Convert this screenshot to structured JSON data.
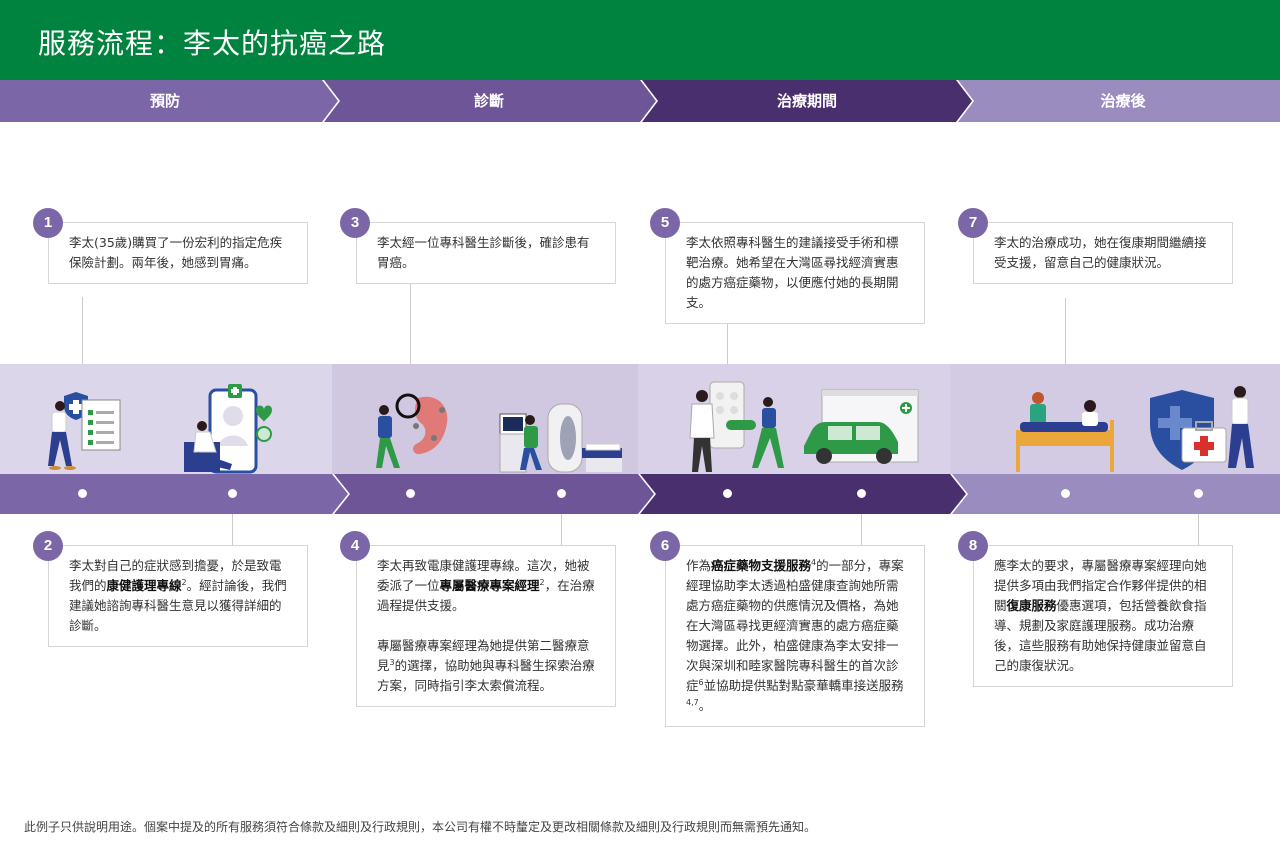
{
  "title": "服務流程：李太的抗癌之路",
  "phases": [
    {
      "label": "預防"
    },
    {
      "label": "診斷"
    },
    {
      "label": "治療期間"
    },
    {
      "label": "治療後"
    }
  ],
  "colors": {
    "header": "#00833e",
    "phase_1": "#7b67a8",
    "phase_2": "#6e5598",
    "phase_3": "#4a2f6e",
    "phase_4": "#9b8cc0",
    "badge": "#7b67a8",
    "band_light": "#dcd6ea",
    "accent_green": "#2e9a47"
  },
  "steps": [
    {
      "number": "1",
      "text": "李太(35歲)購買了一份宏利的指定危疾保險計劃。兩年後，她感到胃痛。"
    },
    {
      "number": "2",
      "pre": "李太對自己的症狀感到擔憂，於是致電我們的",
      "bold": "康健護理專線",
      "sup": "2",
      "post": "。經討論後，我們建議她諮詢專科醫生意見以獲得詳細的診斷。"
    },
    {
      "number": "3",
      "text": "李太經一位專科醫生診斷後，確診患有胃癌。"
    },
    {
      "number": "4",
      "pre": "李太再致電康健護理專線。這次，她被委派了一位",
      "bold": "專屬醫療專案經理",
      "sup": "2",
      "post": "，在治療過程提供支援。",
      "para2_pre": "專屬醫療專案經理為她提供第二醫療意見",
      "para2_sup": "3",
      "para2_post": "的選擇，協助她與專科醫生探索治療方案，同時指引李太索償流程。"
    },
    {
      "number": "5",
      "text": "李太依照專科醫生的建議接受手術和標靶治療。她希望在大灣區尋找經濟實惠的處方癌症藥物，以便應付她的長期開支。"
    },
    {
      "number": "6",
      "pre": "作為",
      "bold": "癌症藥物支援服務",
      "sup": "4",
      "post": "的一部分，專案經理協助李太透過柏盛健康查詢她所需處方癌症藥物的供應情況及價格，為她在大灣區尋找更經濟實惠的處方癌症藥物選擇。此外，柏盛健康為李太安排一次與深圳和睦家醫院專科醫生的首次診症",
      "sup2": "6",
      "post2": "並協助提供點對點豪華轎車接送服務",
      "sup3": "4,7",
      "post3": "。"
    },
    {
      "number": "7",
      "text": "李太的治療成功，她在復康期間繼續接受支援，留意自己的健康狀況。"
    },
    {
      "number": "8",
      "pre": "應李太的要求，專屬醫療專案經理向她提供多項由我們指定合作夥伴提供的相關",
      "bold": "復康服務",
      "post": "優惠選項，包括營養飲食指導、規劃及家庭護理服務。成功治療後，這些服務有助她保持健康並留意自己的康復狀況。"
    }
  ],
  "icons": [
    "shield-cross-icon",
    "checklist-icon",
    "heart-icon",
    "search-icon",
    "plus-icon",
    "magnifier-icon",
    "stomach-icon",
    "mri-scanner-icon",
    "pill-pack-icon",
    "car-icon",
    "hospital-building-icon",
    "bed-icon",
    "shield-icon",
    "first-aid-kit-icon"
  ],
  "footnote": "此例子只供說明用途。個案中提及的所有服務須符合條款及細則及行政規則，本公司有權不時釐定及更改相關條款及細則及行政規則而無需預先通知。"
}
